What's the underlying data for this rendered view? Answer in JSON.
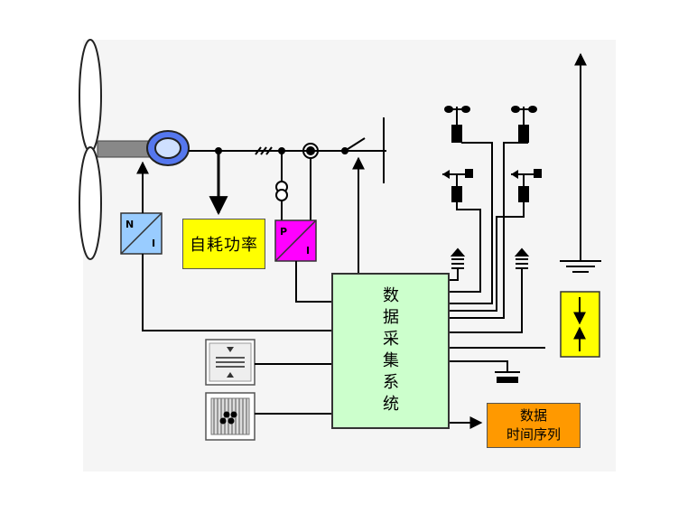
{
  "labels": {
    "self_consumption": "自耗功率",
    "daq": [
      "数",
      "据",
      "采",
      "集",
      "系",
      "统"
    ],
    "time_series": [
      "数据",
      "时间序列"
    ],
    "transducer_ni": {
      "top": "N",
      "bottom": "I"
    },
    "transducer_pi": {
      "top": "P",
      "bottom": "I"
    }
  },
  "colors": {
    "background_panel": "#f4f4f4",
    "generator": "#5577ee",
    "self_consumption_box": "#ffff00",
    "ni_transducer": "#99ccff",
    "pi_transducer": "#ff00ff",
    "daq_box": "#ccffcc",
    "time_series_box": "#ff9900",
    "indicator_box": "#ffff00"
  }
}
